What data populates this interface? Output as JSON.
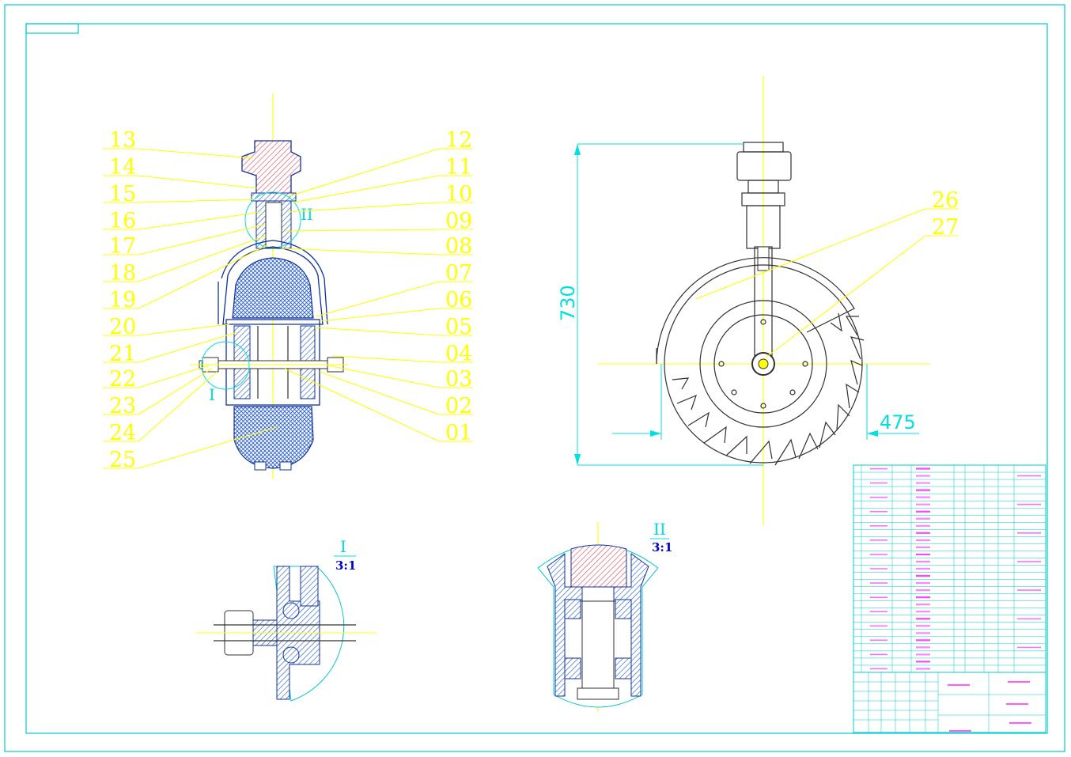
{
  "labels_left": [
    "13",
    "14",
    "15",
    "16",
    "17",
    "18",
    "19",
    "20",
    "21",
    "22",
    "23",
    "24",
    "25"
  ],
  "labels_right": [
    "12",
    "11",
    "10",
    "09",
    "08",
    "07",
    "06",
    "05",
    "04",
    "03",
    "02",
    "01"
  ],
  "labels_wheel": [
    "26",
    "27"
  ],
  "detail_marks": {
    "main_I": "I",
    "main_II": "II"
  },
  "detail_I": {
    "roman": "I",
    "scale": "3:1"
  },
  "detail_II": {
    "roman": "II",
    "scale": "3:1"
  },
  "dimensions": {
    "height": "730",
    "radius": "475"
  },
  "colors": {
    "frame": "#00cccc",
    "leader": "#ffff00",
    "hatch_blue": "#2a5fd0",
    "hatch_red": "#e05060",
    "outline": "#1030a0"
  }
}
